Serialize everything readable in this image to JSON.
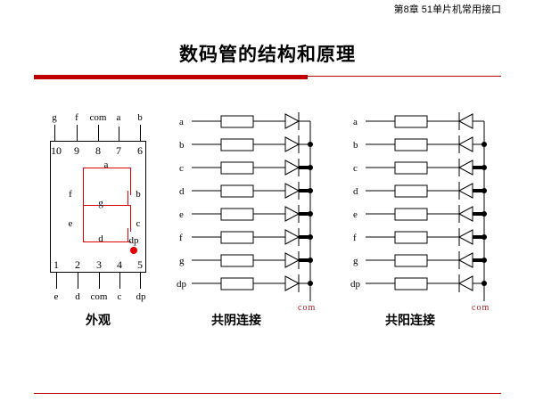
{
  "header": {
    "text": "第8章  51单片机常用接口"
  },
  "title": {
    "text": "数码管的结构和原理",
    "accent_color": "#c00000"
  },
  "package": {
    "caption": "外观",
    "top_pin_labels": [
      "g",
      "f",
      "com",
      "a",
      "b"
    ],
    "top_pin_numbers": [
      "10",
      "9",
      "8",
      "7",
      "6"
    ],
    "bottom_pin_numbers": [
      "1",
      "2",
      "3",
      "4",
      "5"
    ],
    "bottom_pin_labels": [
      "e",
      "d",
      "com",
      "c",
      "dp"
    ],
    "segment_labels": {
      "a": "a",
      "b": "b",
      "c": "c",
      "d": "d",
      "e": "e",
      "f": "f",
      "g": "g",
      "dp": "dp"
    },
    "segment_color": "#e00000"
  },
  "common_cathode": {
    "caption": "共阴连接",
    "bus_label": "com",
    "bus_label_color": "#a02020",
    "rows": [
      "a",
      "b",
      "c",
      "d",
      "e",
      "f",
      "g",
      "dp"
    ]
  },
  "common_anode": {
    "caption": "共阳连接",
    "bus_label": "com",
    "bus_label_color": "#a02020",
    "rows": [
      "a",
      "b",
      "c",
      "d",
      "e",
      "f",
      "g",
      "dp"
    ]
  }
}
